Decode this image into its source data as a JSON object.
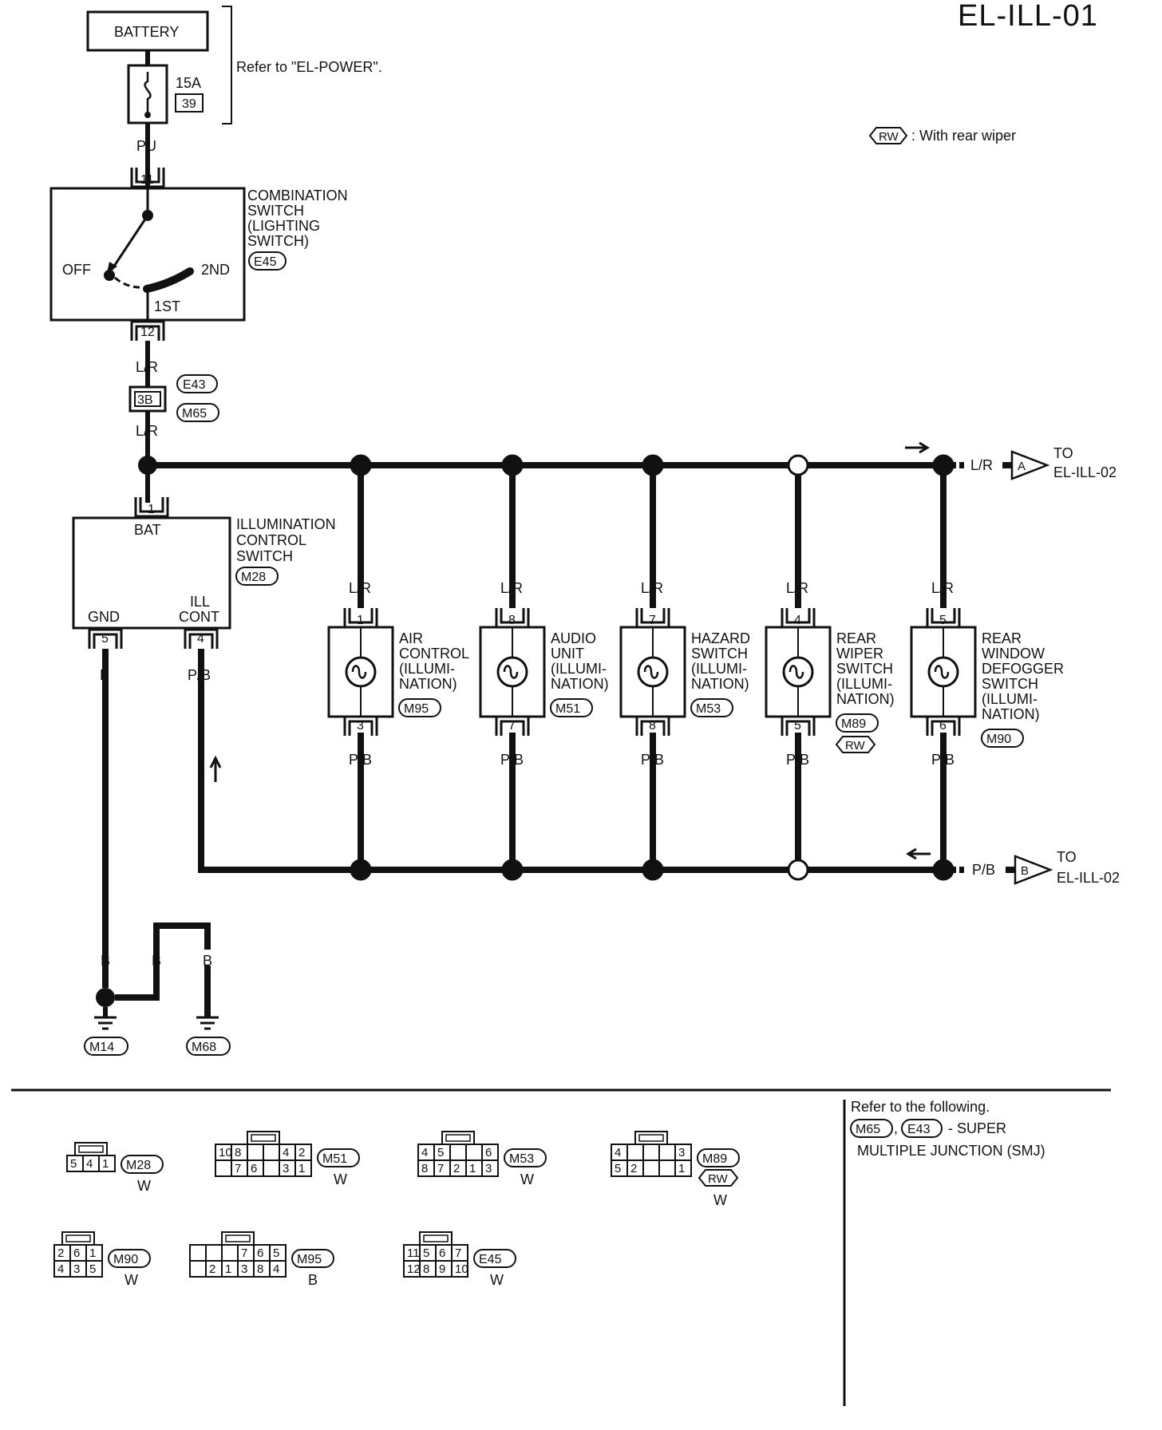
{
  "page_code": "EL-ILL-01",
  "battery": "BATTERY",
  "refer_power": "Refer to \"EL-POWER\".",
  "fuse": {
    "amps": "15A",
    "num": "39"
  },
  "wires": {
    "pu": "PU",
    "lr": "L/R",
    "pb": "P/B",
    "b": "B"
  },
  "legend": {
    "code": "RW",
    "text": ": With rear wiper"
  },
  "combo": {
    "title": [
      "COMBINATION",
      "SWITCH",
      "(LIGHTING",
      "SWITCH)"
    ],
    "conn": "E45",
    "pin_top": "11",
    "pin_bottom": "12",
    "off": "OFF",
    "first": "1ST",
    "second": "2ND"
  },
  "smj": {
    "pin": "3B",
    "conn1": "E43",
    "conn2": "M65"
  },
  "ill_ctrl": {
    "title": [
      "ILLUMINATION",
      "CONTROL",
      "SWITCH"
    ],
    "conn": "M28",
    "bat": "BAT",
    "gnd": "GND",
    "ill": "ILL",
    "cont": "CONT",
    "pin_bat": "1",
    "pin_gnd": "5",
    "pin_ill": "4"
  },
  "to_a": {
    "letter": "A",
    "to": "TO",
    "dest": "EL-ILL-02"
  },
  "to_b": {
    "letter": "B",
    "to": "TO",
    "dest": "EL-ILL-02"
  },
  "lamps": [
    {
      "name": [
        "AIR",
        "CONTROL",
        "(ILLUMI-",
        "NATION)"
      ],
      "conn": "M95",
      "pin_top": "1",
      "pin_bottom": "3"
    },
    {
      "name": [
        "AUDIO",
        "UNIT",
        "(ILLUMI-",
        "NATION)"
      ],
      "conn": "M51",
      "pin_top": "8",
      "pin_bottom": "7"
    },
    {
      "name": [
        "HAZARD",
        "SWITCH",
        "(ILLUMI-",
        "NATION)"
      ],
      "conn": "M53",
      "pin_top": "7",
      "pin_bottom": "8"
    },
    {
      "name": [
        "REAR",
        "WIPER",
        "SWITCH",
        "(ILLUMI-",
        "NATION)"
      ],
      "conn": "M89",
      "pin_top": "4",
      "pin_bottom": "5",
      "option": "RW"
    },
    {
      "name": [
        "REAR",
        "WINDOW",
        "DEFOGGER",
        "SWITCH",
        "(ILLUMI-",
        "NATION)"
      ],
      "conn": "M90",
      "pin_top": "5",
      "pin_bottom": "6"
    }
  ],
  "grounds": [
    "M14",
    "M68"
  ],
  "refer_note": {
    "line1": "Refer to the following.",
    "c1": "M65",
    "c2": "E43",
    "tail": "- SUPER",
    "line3": "MULTIPLE JUNCTION (SMJ)"
  },
  "connectors": [
    {
      "id": "M28",
      "color": "W",
      "top": [],
      "bottom": [
        "5",
        "4",
        "1"
      ]
    },
    {
      "id": "M51",
      "color": "W",
      "top": [
        "10",
        "8",
        "",
        "",
        "4",
        "2"
      ],
      "bottom": [
        "",
        "7",
        "6",
        "",
        "3",
        "1"
      ]
    },
    {
      "id": "M53",
      "color": "W",
      "top": [
        "4",
        "5",
        "",
        "",
        "6"
      ],
      "bottom": [
        "8",
        "7",
        "2",
        "1",
        "3"
      ]
    },
    {
      "id": "M89",
      "color": "W",
      "option": "RW",
      "top": [
        "4",
        "",
        "",
        "",
        "3"
      ],
      "bottom": [
        "5",
        "2",
        "",
        "",
        "1"
      ]
    },
    {
      "id": "M90",
      "color": "W",
      "top": [
        "2",
        "6",
        "1"
      ],
      "bottom": [
        "4",
        "3",
        "5"
      ]
    },
    {
      "id": "M95",
      "color": "B",
      "top": [
        "",
        "",
        "",
        "7",
        "6",
        "5"
      ],
      "bottom": [
        "",
        "2",
        "1",
        "3",
        "8",
        "4"
      ]
    },
    {
      "id": "E45",
      "color": "W",
      "top": [
        "11",
        "5",
        "6",
        "7"
      ],
      "bottom": [
        "12",
        "8",
        "9",
        "10"
      ]
    }
  ]
}
